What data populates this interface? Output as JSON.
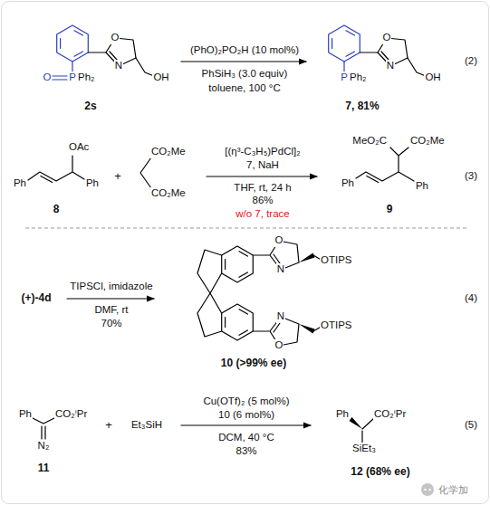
{
  "diagram": {
    "labels": [
      "O",
      "P",
      "Ph₂",
      "N",
      "O",
      "OH",
      "2s",
      "(PhO)₂PO₂H (10 mol%)",
      "PhSiH₃ (3.0 equiv)",
      "toluene, 100 °C",
      "P",
      "Ph₂",
      "N",
      "O",
      "OH",
      "7, 81%",
      "(2)",
      "OAc",
      "Ph",
      "Ph",
      "8",
      "+",
      "CO₂Me",
      "CO₂Me",
      "[(η³-C₃H₅)PdCl]₂",
      "7, NaH",
      "THF, rt, 24 h",
      "86%",
      "w/o 7, trace",
      "MeO₂C",
      "CO₂Me",
      "Ph",
      "Ph",
      "9",
      "(3)",
      "(+)-4d",
      "TIPSCl, imidazole",
      "DMF, rt",
      "70%",
      "O",
      "N",
      "OTIPS",
      "O",
      "N",
      "OTIPS",
      "10 (>99% ee)",
      "(4)",
      "Ph",
      "CO₂ⁱPr",
      "N₂",
      "11",
      "+",
      "Et₃SiH",
      "Cu(OTf)₂ (5 mol%)",
      "10 (6 mol%)",
      "DCM, 40 °C",
      "83%",
      "Ph",
      "CO₂ⁱPr",
      "SiEt₃",
      "12 (68% ee)",
      "(5)",
      "化学加"
    ]
  }
}
